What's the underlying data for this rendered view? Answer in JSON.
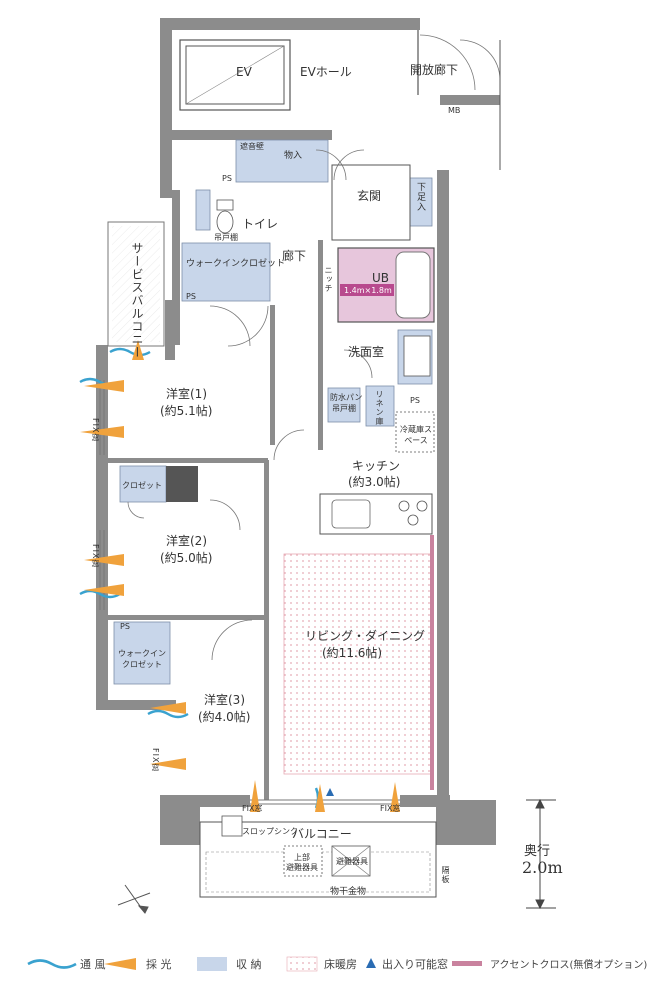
{
  "labels": {
    "ev": "EV",
    "ev_hall": "EVホール",
    "open_corridor": "開放廊下",
    "mb": "MB",
    "soundproof_wall": "遮音壁",
    "storage_top": "物入",
    "ps_top": "PS",
    "genkan": "玄関",
    "shoe_box": "下足入",
    "toilet": "トイレ",
    "hanging_shelf": "吊戸棚",
    "corridor": "廊下",
    "walkin_closet_1": "ウォークインクロゼット",
    "ps_wic": "PS",
    "niche": "ニッチ",
    "ub": "UB",
    "ub_size": "1.4m×1.8m",
    "service_balcony": "サービスバルコニー",
    "washroom": "洗面室",
    "waterproof_pan": "防水パン",
    "hanging_shelf_2": "吊戸棚",
    "linen": "リネン庫",
    "ps_wash": "PS",
    "fridge": "冷蔵庫スペース",
    "room1_name": "洋室(1)",
    "room1_size": "(約5.1帖)",
    "fix_window": "FIX窓",
    "kitchen_name": "キッチン",
    "kitchen_size": "(約3.0帖)",
    "closet": "クロゼット",
    "room2_name": "洋室(2)",
    "room2_size": "(約5.0帖)",
    "living_name": "リビング・ダイニング",
    "living_size": "(約11.6帖)",
    "ps_wic2": "PS",
    "walkin_closet_2a": "ウォークイン",
    "walkin_closet_2b": "クロゼット",
    "room3_name": "洋室(3)",
    "room3_size": "(約4.0帖)",
    "slop_sink": "スロップシンク",
    "balcony": "バルコニー",
    "evac_upper_1": "上部",
    "evac_upper_2": "避難器具",
    "evac": "避難器具",
    "drying": "物干金物",
    "partition": "隔板",
    "depth_label": "奥行",
    "depth_value": "2.0m"
  },
  "legend": {
    "ventilation": "通 風",
    "daylight": "採 光",
    "storage": "収 納",
    "floor_heating": "床暖房",
    "access_window": "出入り可能窓",
    "accent_cloth": "アクセントクロス(無償オプション)"
  },
  "colors": {
    "storage": "#c8d6ea",
    "wall": "#8c8c8c",
    "ub_fill": "#e7c6dc",
    "ub_badge": "#b84a8e",
    "floor_heat": "#e6aab4",
    "accent": "#c9829e",
    "vent": "#3aa2cf",
    "light": "#f0a23c"
  }
}
